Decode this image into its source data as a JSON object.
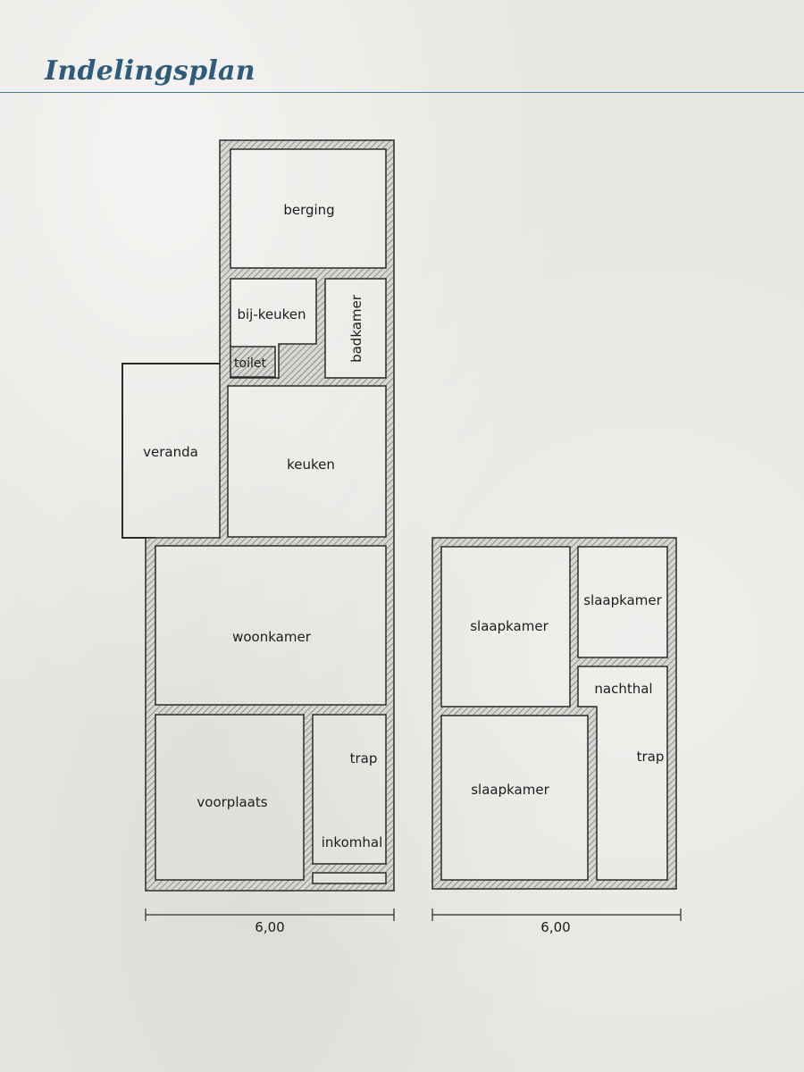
{
  "title": "Indelingsplan",
  "colors": {
    "title": "#2f5c7a",
    "wall_outline": "#2a2a2a",
    "wall_hatch": "#7a7a7a",
    "paper": "#e8e6e2"
  },
  "plans": {
    "ground_floor": {
      "dimension": "6,00",
      "rooms": {
        "berging": "berging",
        "bijkeuken": "bij-keuken",
        "badkamer": "badkamer",
        "toilet": "toilet",
        "veranda": "veranda",
        "keuken": "keuken",
        "woonkamer": "woonkamer",
        "voorplaats": "voorplaats",
        "trap": "trap",
        "inkomhal": "inkomhal"
      }
    },
    "first_floor": {
      "dimension": "6,00",
      "rooms": {
        "slaapkamer_1": "slaapkamer",
        "slaapkamer_2": "slaapkamer",
        "slaapkamer_3": "slaapkamer",
        "nachthal": "nachthal",
        "trap": "trap"
      }
    }
  }
}
